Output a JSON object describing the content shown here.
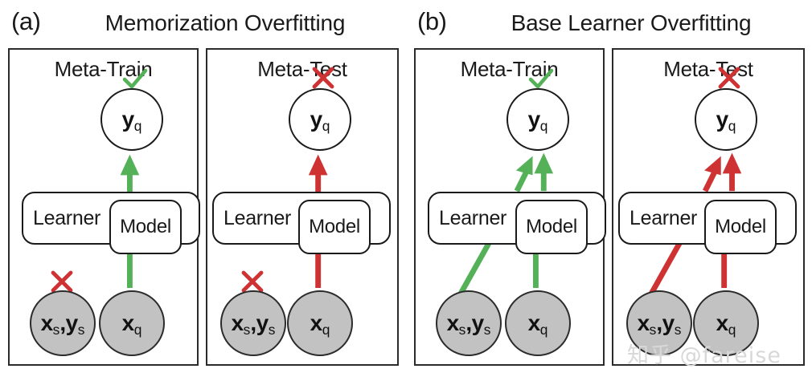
{
  "figure": {
    "watermark": "知乎 @fareise"
  },
  "colors": {
    "green": "#54b158",
    "red": "#cf3232",
    "gray_node": "#c2c2c2",
    "outline": "#1a1a1a"
  },
  "groups": [
    {
      "label": "(a)",
      "title": "Memorization Overfitting",
      "panels": [
        {
          "title": "Meta-Train",
          "top_mark": "check",
          "mark_color": "#54b158",
          "output_node": "y",
          "output_sub": "q",
          "learner_label": "Learner",
          "model_label": "Model",
          "support_node": "x",
          "support_sub": "s,y",
          "support_sub2": "s",
          "query_node": "x",
          "query_sub": "q",
          "support_link_mark": "cross",
          "support_link_mark_color": "#cf3232",
          "arrow_color": "#54b158",
          "arrow_count": 1
        },
        {
          "title": "Meta-Test",
          "top_mark": "cross",
          "mark_color": "#cf3232",
          "output_node": "y",
          "output_sub": "q",
          "learner_label": "Learner",
          "model_label": "Model",
          "support_node": "x",
          "support_sub": "s,y",
          "support_sub2": "s",
          "query_node": "x",
          "query_sub": "q",
          "support_link_mark": "cross",
          "support_link_mark_color": "#cf3232",
          "arrow_color": "#cf3232",
          "arrow_count": 1
        }
      ]
    },
    {
      "label": "(b)",
      "title": "Base Learner Overfitting",
      "panels": [
        {
          "title": "Meta-Train",
          "top_mark": "check",
          "mark_color": "#54b158",
          "output_node": "y",
          "output_sub": "q",
          "learner_label": "Learner",
          "model_label": "Model",
          "support_node": "x",
          "support_sub": "s,y",
          "support_sub2": "s",
          "query_node": "x",
          "query_sub": "q",
          "support_link_mark": "none",
          "support_link_mark_color": "#54b158",
          "arrow_color": "#54b158",
          "arrow_count": 2
        },
        {
          "title": "Meta-Test",
          "top_mark": "cross",
          "mark_color": "#cf3232",
          "output_node": "y",
          "output_sub": "q",
          "learner_label": "Learner",
          "model_label": "Model",
          "support_node": "x",
          "support_sub": "s,y",
          "support_sub2": "s",
          "query_node": "x",
          "query_sub": "q",
          "support_link_mark": "none",
          "support_link_mark_color": "#cf3232",
          "arrow_color": "#cf3232",
          "arrow_count": 2
        }
      ]
    }
  ]
}
